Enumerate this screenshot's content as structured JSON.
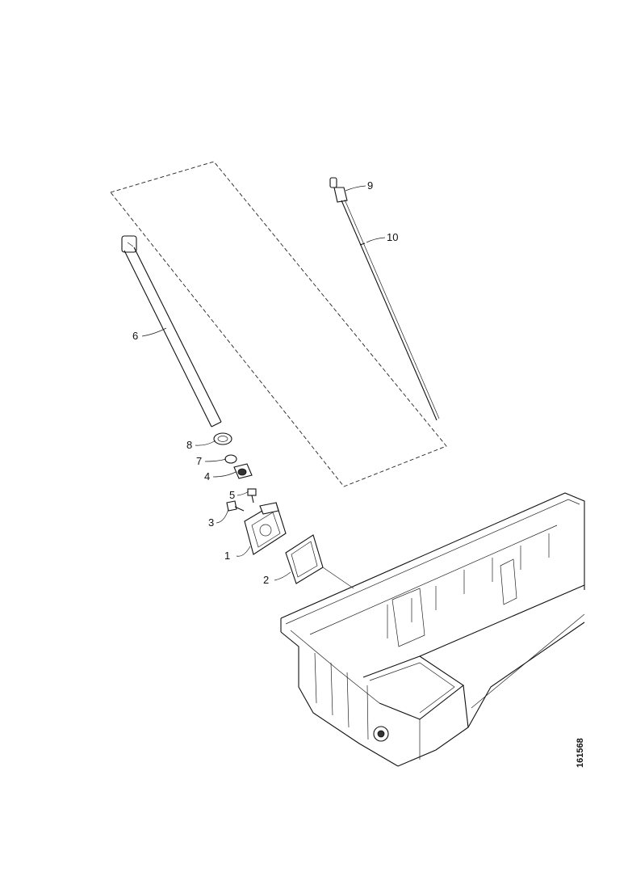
{
  "callouts": [
    {
      "id": "c1",
      "text": "1"
    },
    {
      "id": "c2",
      "text": "2"
    },
    {
      "id": "c3",
      "text": "3"
    },
    {
      "id": "c4",
      "text": "4"
    },
    {
      "id": "c5",
      "text": "5"
    },
    {
      "id": "c6",
      "text": "6"
    },
    {
      "id": "c7",
      "text": "7"
    },
    {
      "id": "c8",
      "text": "8"
    },
    {
      "id": "c9",
      "text": "9"
    },
    {
      "id": "c10",
      "text": "10"
    }
  ],
  "figure_id": "161568",
  "colors": {
    "line": "#111111",
    "background": "#ffffff"
  }
}
